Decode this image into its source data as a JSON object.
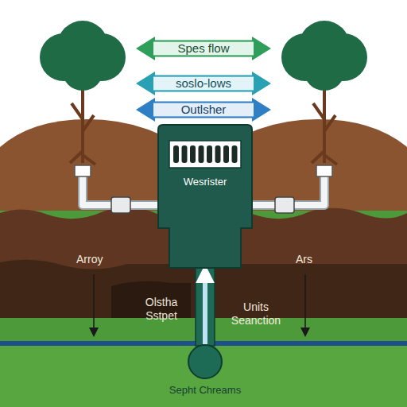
{
  "diagram": {
    "nodes": [
      {
        "text": [
          "Spes flow"
        ]
      },
      {
        "text": [
          "soslo-lows"
        ]
      },
      {
        "text": [
          "Outlsher"
        ]
      },
      {
        "text": [
          "Wesrister"
        ]
      },
      {
        "text": [
          "Sepht Chreams"
        ]
      }
    ],
    "edges": [
      {
        "from": 4,
        "to": 3,
        "arrow": "to"
      }
    ],
    "labels": [
      "Arroy",
      "Ars",
      "Olstha Sstpet",
      "Units Seanction"
    ]
  }
}
